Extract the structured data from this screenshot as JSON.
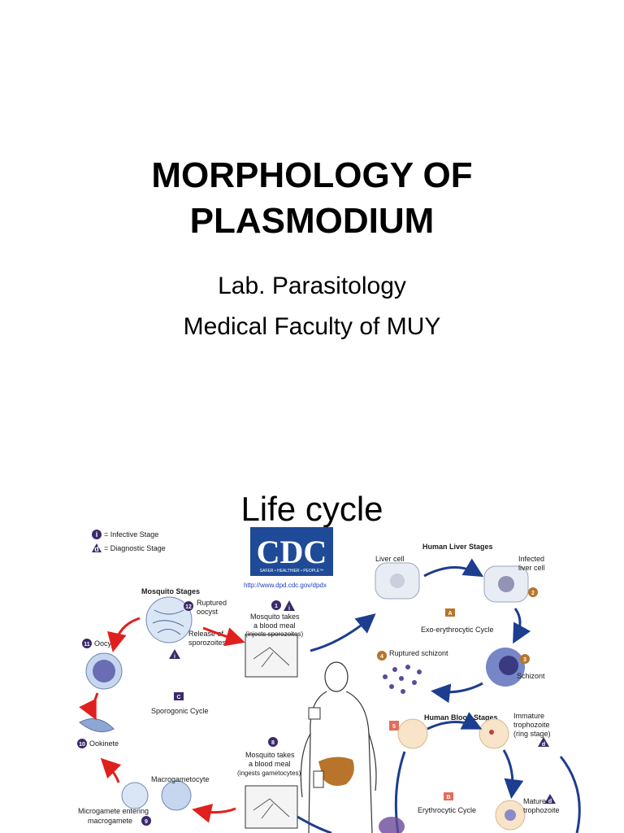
{
  "slide1": {
    "title_line1": "MORPHOLOGY OF",
    "title_line2": "PLASMODIUM",
    "subtitle_line1": "Lab. Parasitology",
    "subtitle_line2": "Medical Faculty of MUY"
  },
  "slide2": {
    "title": "Life cycle",
    "legend": {
      "infective_marker": "i",
      "infective": "= Infective Stage",
      "diagnostic_marker": "d",
      "diagnostic": "= Diagnostic Stage"
    },
    "cdc": {
      "logo_text": "CDC",
      "tagline": "SAFER • HEALTHIER • PEOPLE™",
      "url": "http://www.dpd.cdc.gov/dpdx"
    },
    "mosquito_stages": "Mosquito Stages",
    "human_liver_stages": "Human Liver Stages",
    "human_blood_stages": "Human Blood Stages",
    "labels": {
      "ruptured_oocyst_1": "Ruptured",
      "ruptured_oocyst_2": "oocyst",
      "release_1": "Release of",
      "release_2": "sporozoites",
      "oocyst": "Oocyst",
      "ookinete": "Ookinete",
      "macrogametocyte": "Macrogametocyte",
      "microgamete_1": "Microgamete entering",
      "microgamete_2": "macrogamete",
      "bite1_1": "Mosquito takes",
      "bite1_2": "a blood meal",
      "bite1_3": "(injects sporozoites)",
      "bite2_1": "Mosquito takes",
      "bite2_2": "a blood meal",
      "bite2_3": "(ingests gametocytes)",
      "liver_cell": "Liver cell",
      "infected_1": "Infected",
      "infected_2": "liver cell",
      "exo_cycle": "Exo-erythrocytic Cycle",
      "ruptured_schizont": "Ruptured schizont",
      "schizont": "Schizont",
      "immature_1": "Immature",
      "immature_2": "trophozoite",
      "immature_3": "(ring stage)",
      "mature_1": "Mature",
      "mature_2": "trophozoite",
      "erythrocytic_cycle": "Erythrocytic Cycle",
      "sporogonic_cycle": "Sporogonic Cycle"
    },
    "cycle_letters": {
      "a": "A",
      "b": "B",
      "c": "C"
    },
    "steps": {
      "s1": "1",
      "s2": "2",
      "s3": "3",
      "s4": "4",
      "s5": "5",
      "s8": "8",
      "s9": "9",
      "s10": "10",
      "s11": "11",
      "s12": "12"
    },
    "markers": {
      "i": "i",
      "d": "d"
    }
  },
  "colors": {
    "arrow_red": "#e0201e",
    "arrow_blue": "#1d3d8f",
    "cdc_blue": "#1f4a98",
    "step_purple": "#3a2a6a"
  }
}
